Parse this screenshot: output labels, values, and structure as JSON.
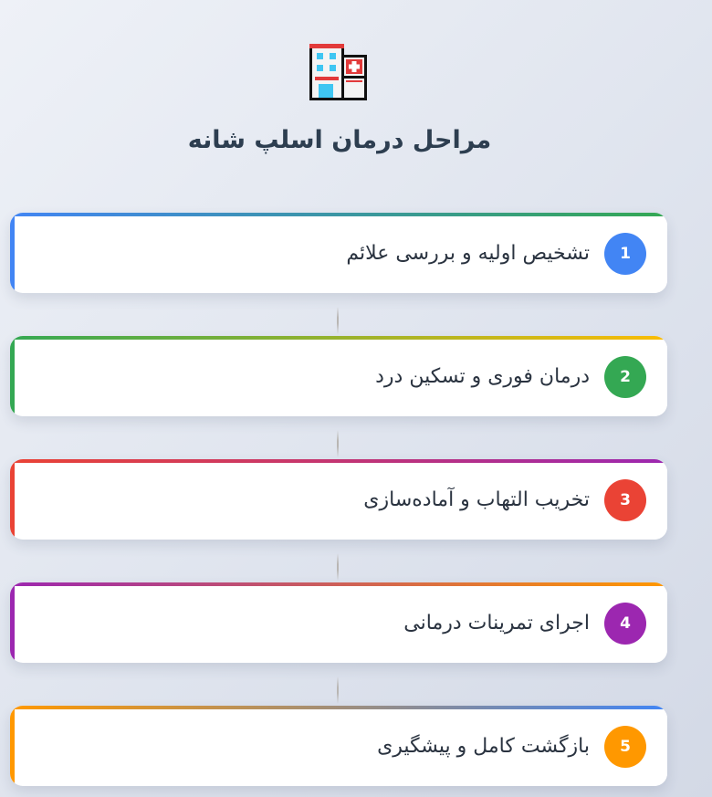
{
  "header": {
    "icon": "hospital-icon",
    "title": "مراحل درمان اسلپ شانه"
  },
  "steps": [
    {
      "number": "1",
      "label": "تشخیص اولیه و بررسی علائم",
      "color": "#4285f4",
      "accent_to": "#34a853"
    },
    {
      "number": "2",
      "label": "درمان فوری و تسکین درد",
      "color": "#34a853",
      "accent_to": "#fbbc05"
    },
    {
      "number": "3",
      "label": "تخریب التهاب و آماده‌سازی",
      "color": "#ea4335",
      "accent_to": "#9c27b0"
    },
    {
      "number": "4",
      "label": "اجرای تمرینات درمانی",
      "color": "#9c27b0",
      "accent_to": "#ff9800"
    },
    {
      "number": "5",
      "label": "بازگشت کامل و پیشگیری",
      "color": "#ff9800",
      "accent_to": "#4285f4"
    }
  ]
}
